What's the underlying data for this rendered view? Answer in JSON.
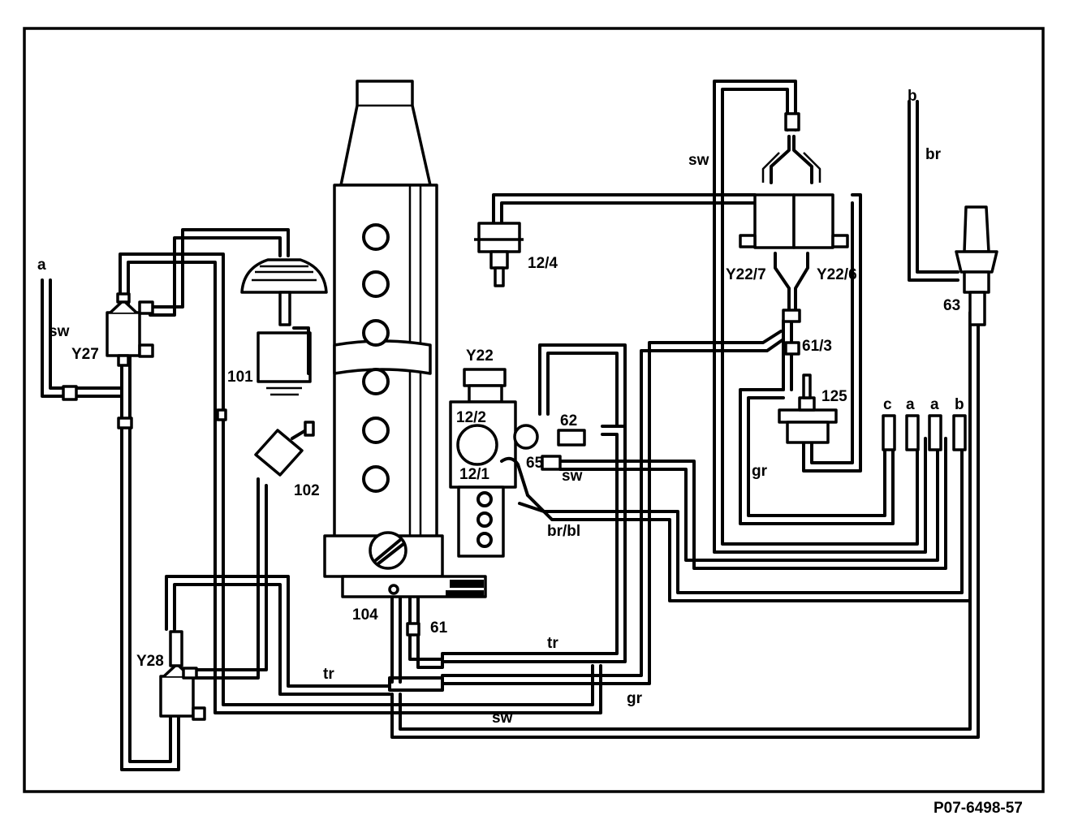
{
  "figure_code": "P07-6498-57",
  "components": {
    "y27": "Y27",
    "y28": "Y28",
    "y22": "Y22",
    "y22_7": "Y22/7",
    "y22_6": "Y22/6",
    "c101": "101",
    "c102": "102",
    "c104": "104",
    "c61": "61",
    "c61_3": "61/3",
    "c62": "62",
    "c63": "63",
    "c65": "65",
    "c125": "125",
    "c12_1": "12/1",
    "c12_2": "12/2",
    "c12_4": "12/4"
  },
  "line_colors": {
    "sw_left": "sw",
    "sw_top": "sw",
    "sw_mid": "sw",
    "sw_bottom": "sw",
    "br": "br",
    "br_bl": "br/bl",
    "gr_right": "gr",
    "gr_bottom": "gr",
    "tr_left": "tr",
    "tr_right": "tr"
  },
  "connectors": {
    "a_left": "a",
    "b_top": "b",
    "c": "c",
    "a1": "a",
    "a2": "a",
    "b_bottom": "b"
  },
  "icons": [
    "vacuum-line",
    "solenoid-valve",
    "vacuum-unit",
    "throttle-body",
    "connector-plug"
  ]
}
